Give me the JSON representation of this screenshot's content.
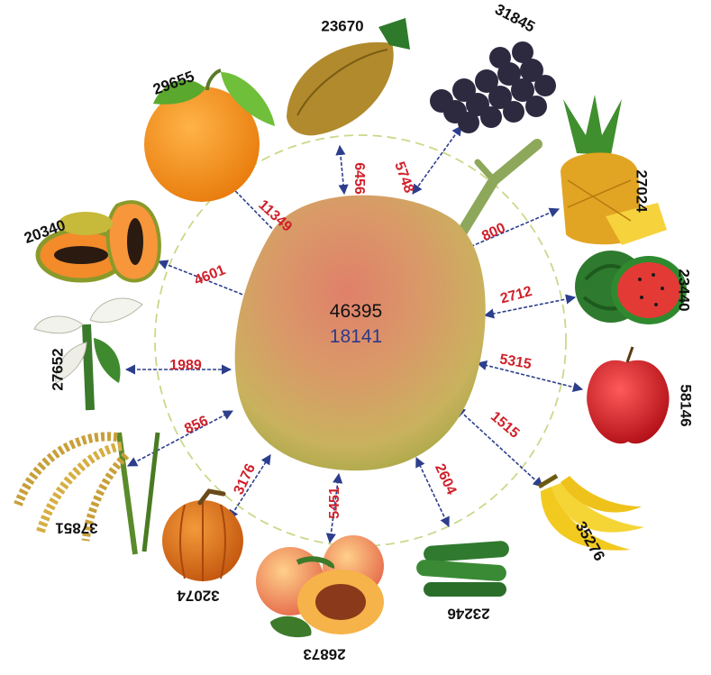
{
  "center": {
    "name": "mango",
    "total": "46395",
    "secondary": "18141"
  },
  "colors": {
    "shared_label": "#d0202a",
    "arrow": "#2c3e8c",
    "center_secondary": "#2c3a8a",
    "dashed_circle": "#c9d98a"
  },
  "partners": [
    {
      "name": "cocoa",
      "icon": "cocoa-pod",
      "count": "23670",
      "shared": "6456"
    },
    {
      "name": "grape",
      "icon": "grape-bunch",
      "count": "31845",
      "shared": "5748"
    },
    {
      "name": "pineapple",
      "icon": "pineapple",
      "count": "27024",
      "shared": "800"
    },
    {
      "name": "watermelon",
      "icon": "watermelon",
      "count": "23440",
      "shared": "2712"
    },
    {
      "name": "apple",
      "icon": "apple",
      "count": "58146",
      "shared": "5315"
    },
    {
      "name": "banana",
      "icon": "banana-bunch",
      "count": "35276",
      "shared": "1515"
    },
    {
      "name": "cucumber",
      "icon": "cucumber",
      "count": "23246",
      "shared": "2604"
    },
    {
      "name": "peach",
      "icon": "peach",
      "count": "26873",
      "shared": "5451"
    },
    {
      "name": "pumpkin",
      "icon": "pumpkin",
      "count": "32074",
      "shared": "3176"
    },
    {
      "name": "rice",
      "icon": "rice-panicle",
      "count": "37851",
      "shared": "856"
    },
    {
      "name": "ginger",
      "icon": "ginger-plant",
      "count": "27652",
      "shared": "1989"
    },
    {
      "name": "papaya",
      "icon": "papaya",
      "count": "20340",
      "shared": "4601"
    },
    {
      "name": "orange",
      "icon": "orange",
      "count": "29655",
      "shared": "11349"
    }
  ]
}
